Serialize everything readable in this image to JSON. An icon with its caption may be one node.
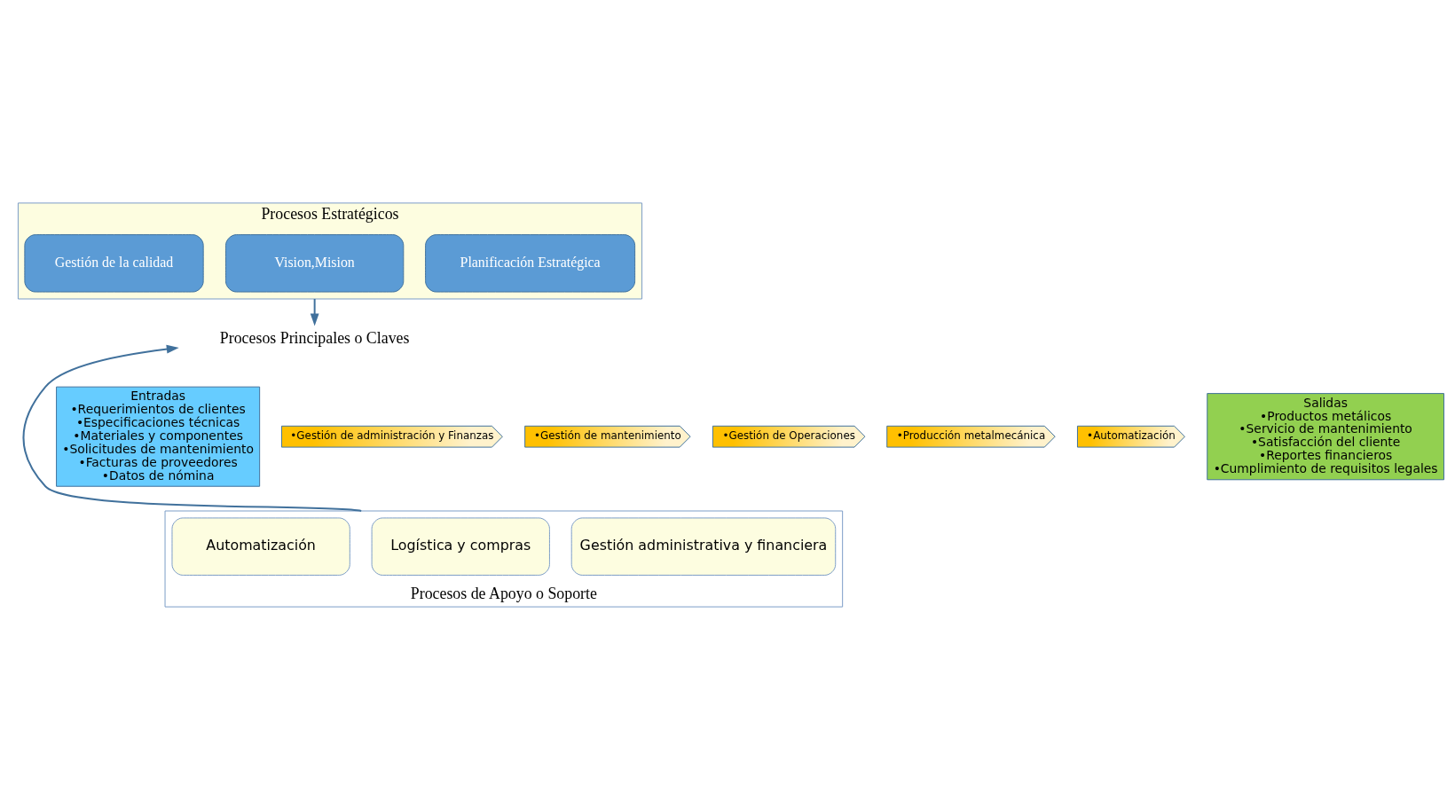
{
  "diagram": {
    "nodes": [
      {
        "text": [
          "Procesos Estratégicos"
        ]
      },
      {
        "text": [
          "Planificación Estratégica"
        ],
        "in": 0
      },
      {
        "text": [
          "Vision,Mision"
        ],
        "in": 0
      },
      {
        "text": [
          "Gestión de la calidad"
        ],
        "in": 0
      },
      {
        "text": [
          "Procesos Principales o Claves"
        ]
      },
      {
        "text": [
          "Entradas",
          "•Requerimientos de clientes",
          "•Especificaciones técnicas",
          "•Materiales y componentes",
          "•Solicitudes de mantenimiento",
          "•Facturas de proveedores",
          "•Datos de nómina"
        ]
      },
      {
        "text": [
          "•Gestión de administración y Finanzas"
        ]
      },
      {
        "text": [
          "•Gestión de mantenimiento"
        ]
      },
      {
        "text": [
          "•Gestión de Operaciones"
        ]
      },
      {
        "text": [
          "•Producción metalmecánica"
        ]
      },
      {
        "text": [
          "•Automatización"
        ]
      },
      {
        "text": [
          "Salidas",
          "•Productos metálicos",
          "•Servicio de mantenimiento",
          "•Satisfacción del cliente",
          "•Reportes financieros",
          "•Cumplimiento de requisitos legales"
        ]
      },
      {
        "text": [
          "Procesos de Apoyo o Soporte"
        ]
      },
      {
        "text": [
          "Gestión administrativa y financiera"
        ],
        "in": 12
      },
      {
        "text": [
          "Logística y compras"
        ],
        "in": 12
      },
      {
        "text": [
          "Automatización"
        ],
        "in": 12
      }
    ],
    "edges": [
      {
        "from": 0,
        "to": 4,
        "arrow": "to"
      },
      {
        "from": 12,
        "to": 4,
        "arrow": "to"
      }
    ]
  }
}
